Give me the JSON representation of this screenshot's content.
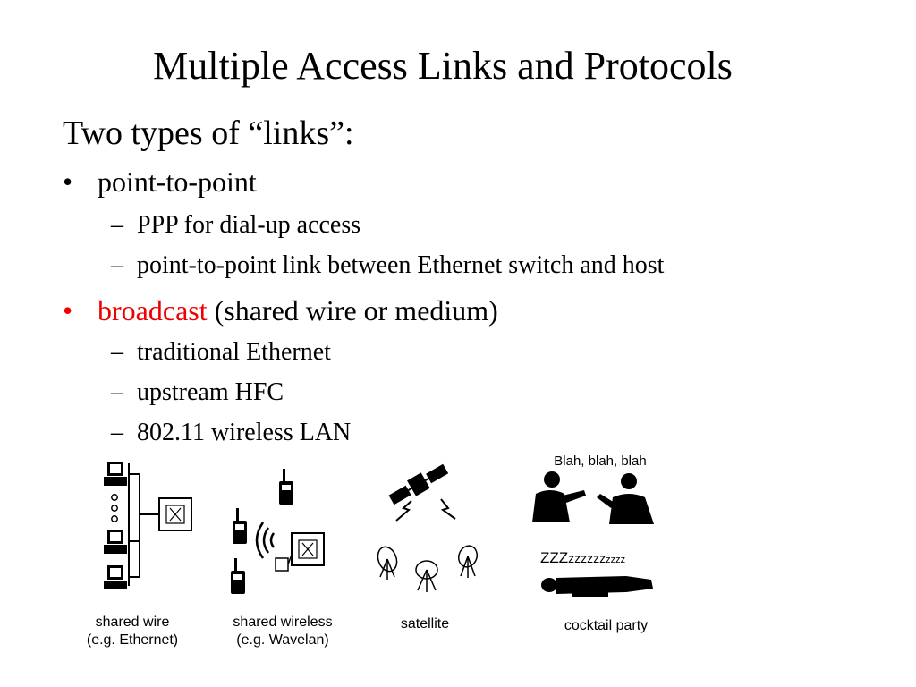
{
  "slide": {
    "title": "Multiple Access Links and Protocols",
    "intro": "Two types of “links”:",
    "bullet_mark": "•",
    "sub_mark": "–",
    "bullets": [
      {
        "label": "point-to-point",
        "subitems": [
          "PPP for dial-up access",
          "point-to-point link between Ethernet switch and host"
        ]
      },
      {
        "label": "broadcast",
        "label_color": "#ee0000",
        "label_suffix": " (shared wire or medium)",
        "subitems": [
          "traditional Ethernet",
          "upstream HFC",
          "802.11 wireless LAN"
        ]
      }
    ]
  },
  "figures": {
    "shared_wire": {
      "caption_line1": "shared wire",
      "caption_line2": "(e.g. Ethernet)",
      "icon": "computer-on-bus-icon"
    },
    "shared_wireless": {
      "caption_line1": "shared wireless",
      "caption_line2": "(e.g. Wavelan)",
      "icon": "radio-handset-icon"
    },
    "satellite": {
      "caption": "satellite",
      "icon": "satellite-dish-icon"
    },
    "cocktail_party": {
      "caption": "cocktail party",
      "speech": "Blah, blah, blah",
      "snore_big": "ZZZ",
      "snore_mid": "zzzzzz",
      "snore_small": "zzzz",
      "icon": "people-talking-icon"
    }
  }
}
